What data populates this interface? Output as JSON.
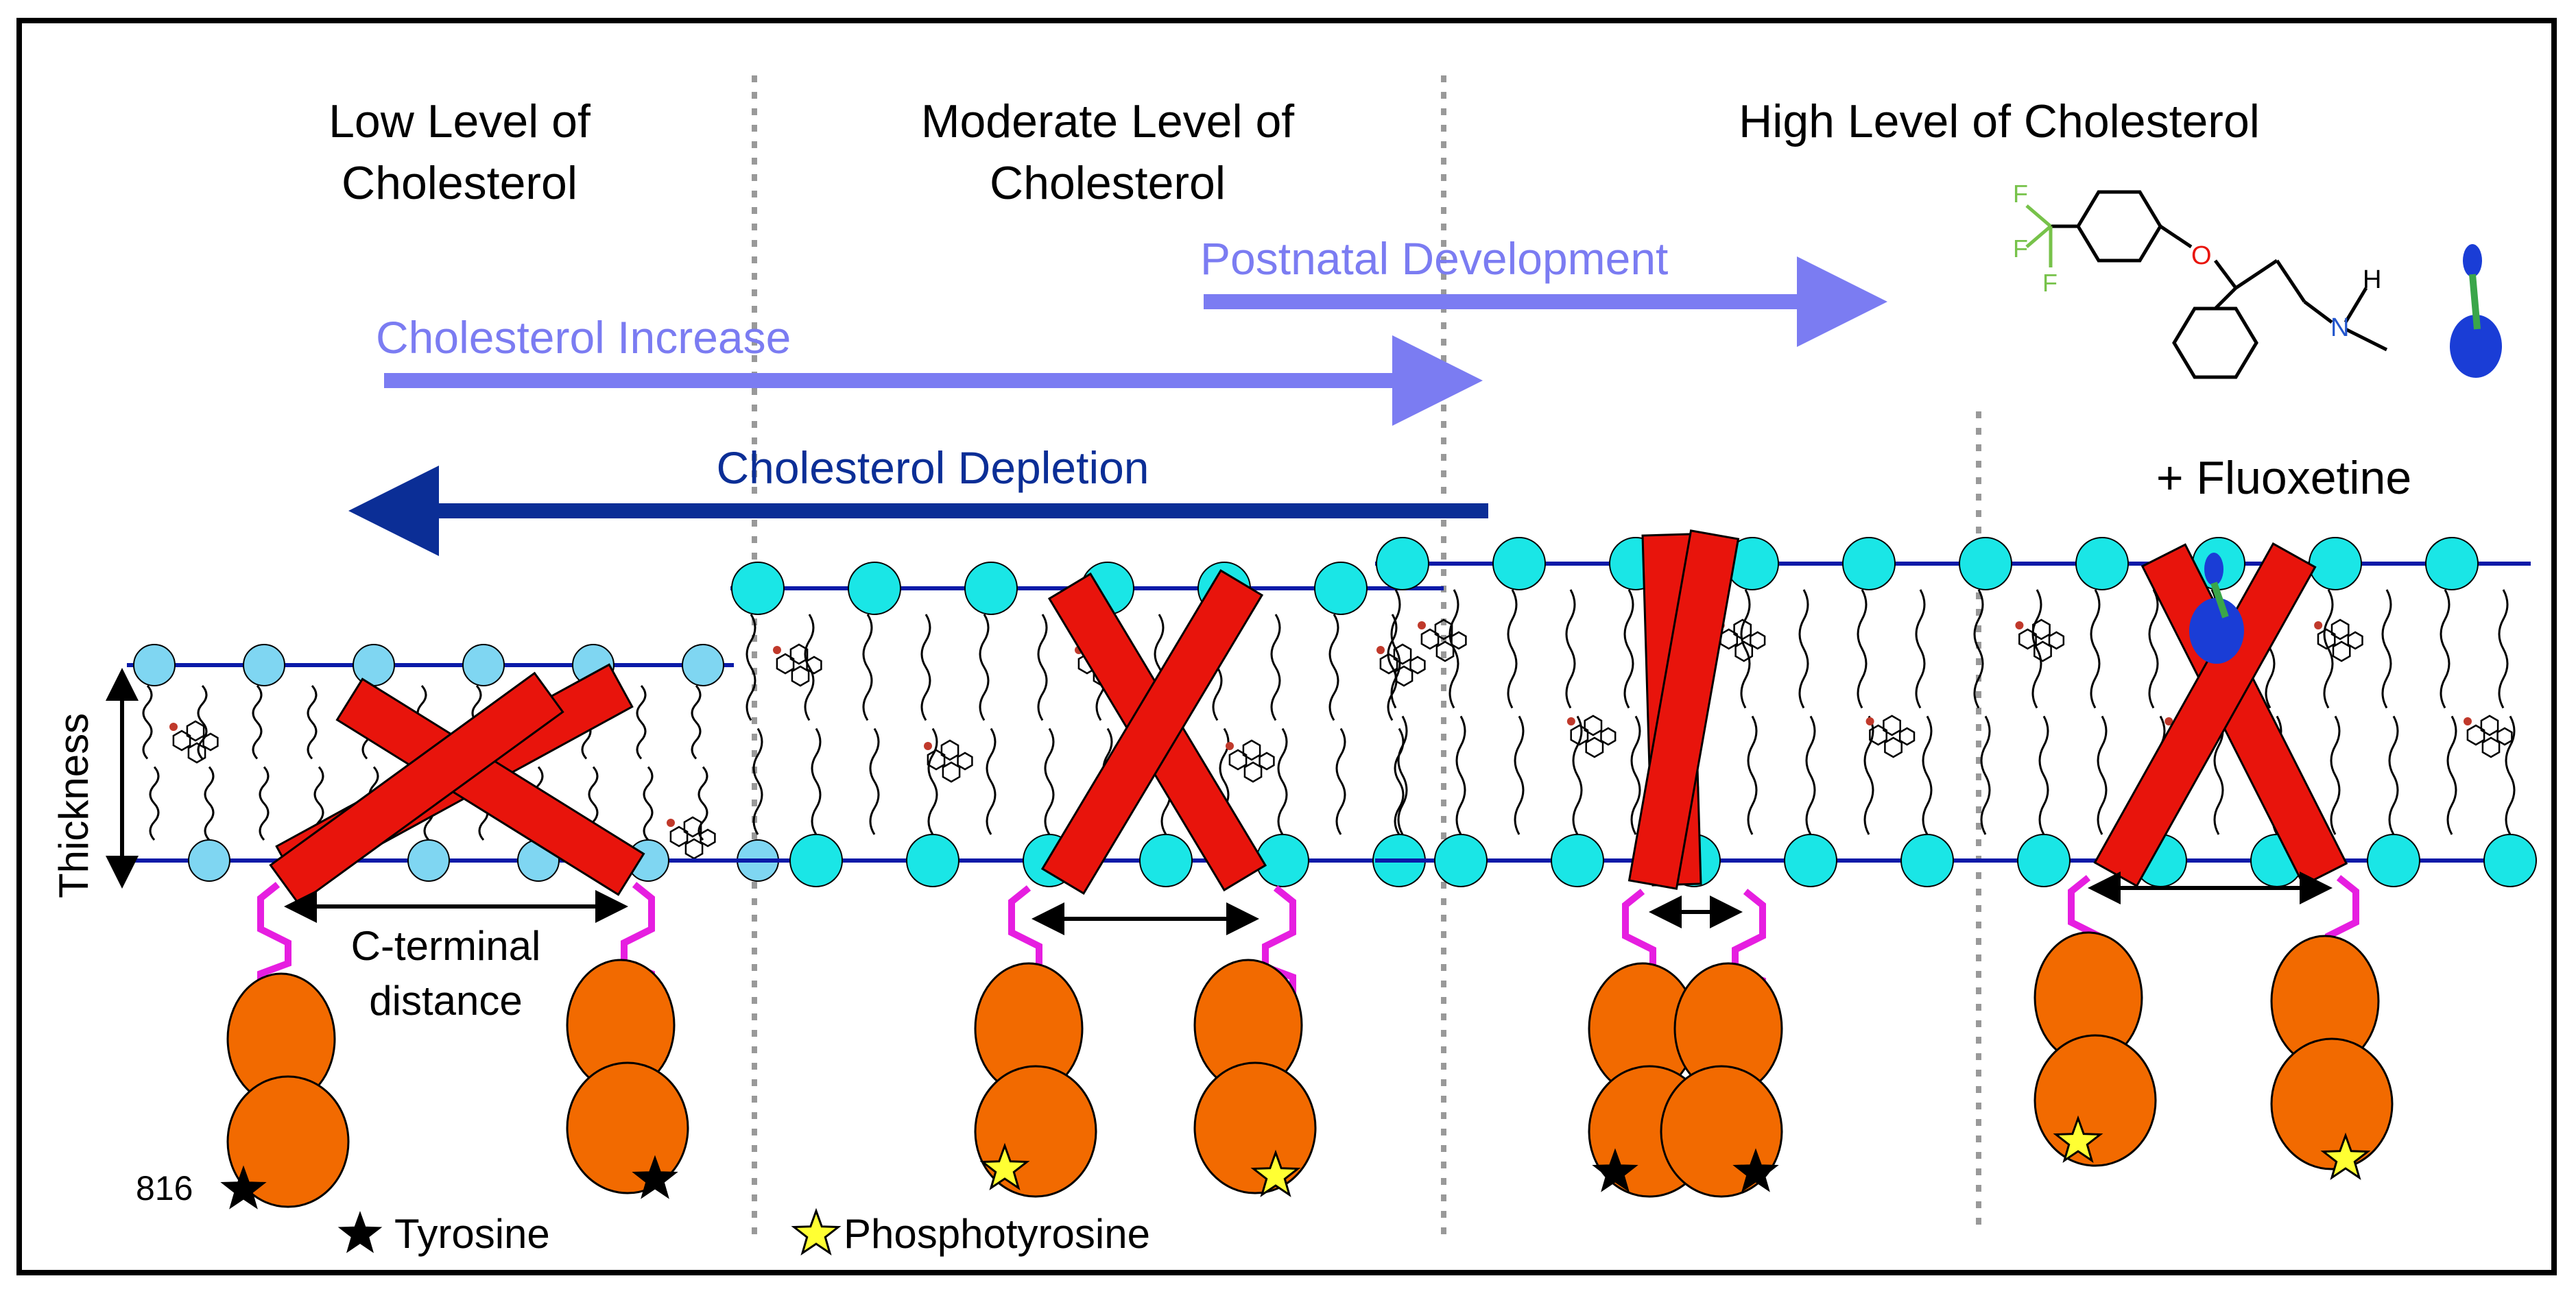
{
  "columns": [
    {
      "line1": "Low Level of",
      "line2": "Cholesterol"
    },
    {
      "line1": "Moderate Level of",
      "line2": "Cholesterol"
    },
    {
      "line1": "High Level of Cholesterol",
      "line2": ""
    }
  ],
  "arrows": {
    "postnatal": "Postnatal Development",
    "increase": "Cholesterol Increase",
    "depletion": "Cholesterol Depletion"
  },
  "fluoxetine_label": "+ Fluoxetine",
  "molecule_atoms": {
    "f1": "F",
    "f2": "F",
    "f3": "F",
    "o": "O",
    "n": "N",
    "h": "H"
  },
  "thickness_label": "Thickness",
  "cterm_line1": "C-terminal",
  "cterm_line2": "distance",
  "residue_number": "816",
  "legend": {
    "tyrosine": "Tyrosine",
    "phosphotyrosine": "Phosphotyrosine"
  },
  "colors": {
    "light_arrow": "#7b7cf2",
    "dark_arrow": "#0b2e96",
    "membrane_line": "#0a1aa8",
    "helix": "#e8140c",
    "domain": "#f26a00",
    "linker": "#e61ee0",
    "head_light": "#7fd6f2",
    "head_cyan": "#1ae6e6",
    "phospho_star": "#ffff33"
  }
}
